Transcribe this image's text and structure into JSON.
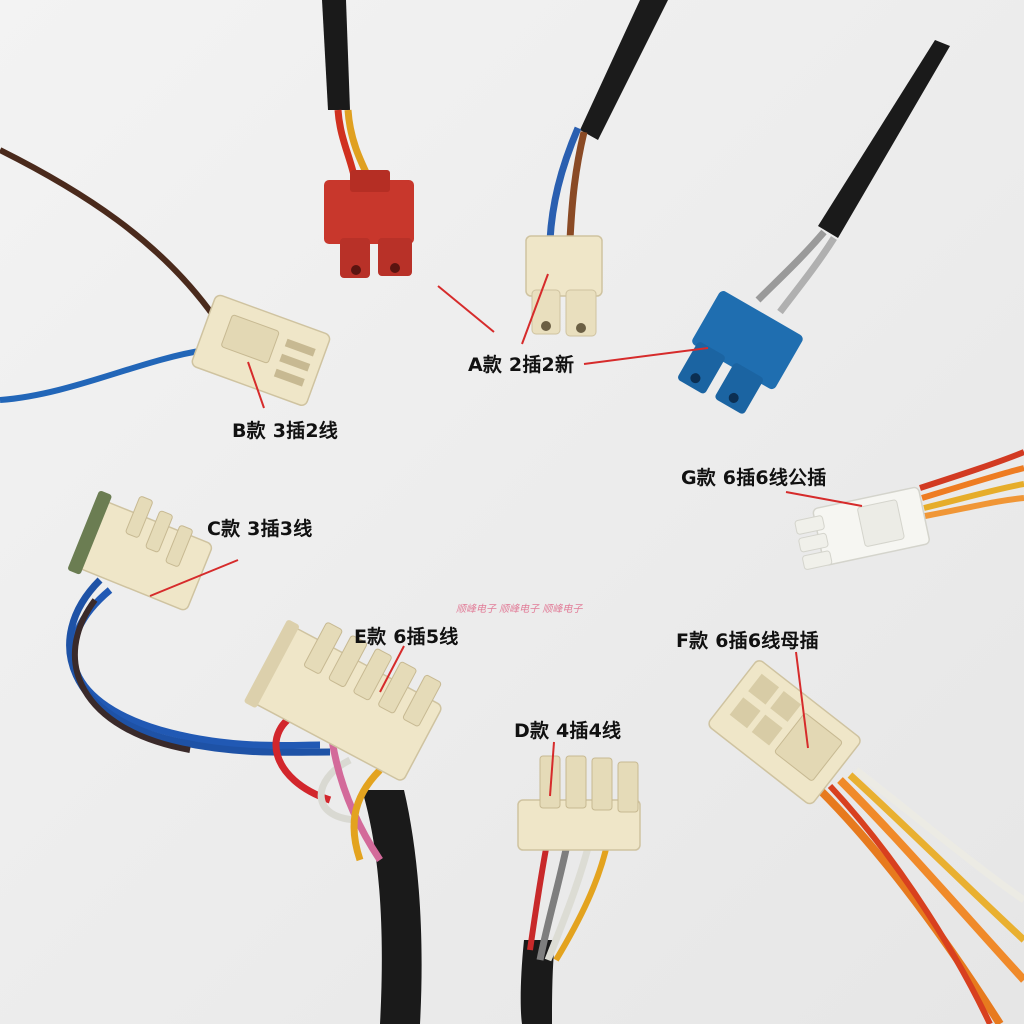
{
  "labels": {
    "a": "A款 2插2新",
    "b": "B款 3插2线",
    "c": "C款 3插3线",
    "d": "D款 4插4线",
    "e": "E款 6插5线",
    "f": "F款 6插6线母插",
    "g": "G款 6插6线公插"
  },
  "watermark": "顺峰电子  顺峰电子  顺峰电子",
  "colors": {
    "background": "#efefef",
    "pointer_line": "#d62b2b",
    "connector_cream": "#efe6c8",
    "connector_red": "#c8372c",
    "connector_blue": "#1f6eb0",
    "connector_white": "#f6f6f2"
  }
}
